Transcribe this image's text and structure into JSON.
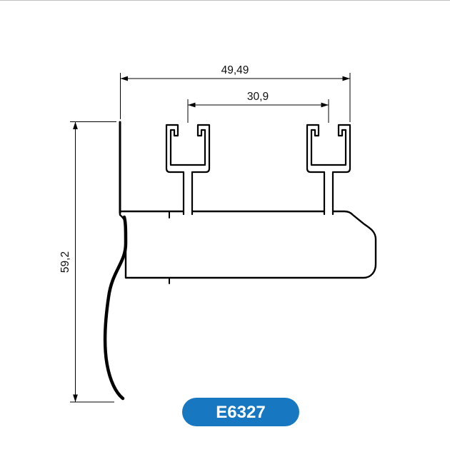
{
  "drawing": {
    "dimensions": {
      "total_width": "49,49",
      "channel_spacing": "30,9",
      "total_height": "59,2"
    },
    "part": {
      "code": "E6327"
    },
    "colors": {
      "line": "#000000",
      "badge_background": "#1778c1",
      "badge_text": "#ffffff"
    }
  }
}
